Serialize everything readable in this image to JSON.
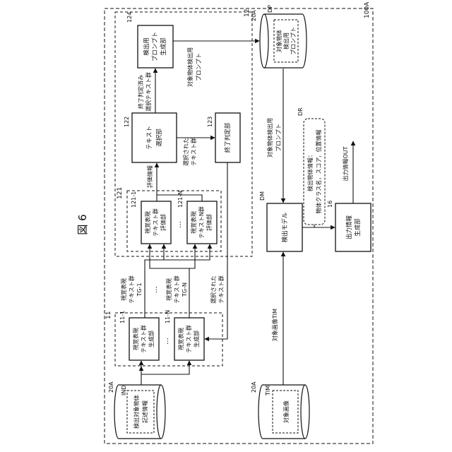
{
  "figure": {
    "title": "図 6",
    "system_ref": "100A",
    "storage_ref": "20A",
    "group12_ref": "12",
    "group11_ref": "11",
    "group121_ref": "121"
  },
  "boxes": {
    "b124": {
      "ref": "124",
      "lines": [
        "検出用",
        "プロンプト",
        "生成部"
      ]
    },
    "b122": {
      "ref": "122",
      "lines": [
        "テキスト",
        "選択部"
      ]
    },
    "b123": {
      "ref": "123",
      "lines": [
        "終了判定部"
      ]
    },
    "b121_1": {
      "ref": "121-1",
      "lines": [
        "視覚表現",
        "テキスト群",
        "評価部"
      ]
    },
    "b121_n": {
      "ref": "121-N",
      "lines": [
        "視覚表現",
        "テキストN群",
        "評価部"
      ]
    },
    "b11_1": {
      "ref": "11-1",
      "lines": [
        "視覚表現",
        "テキスト群",
        "生成部"
      ]
    },
    "b11_n": {
      "ref": "11-N",
      "lines": [
        "視覚表現",
        "テキスト群",
        "生成部"
      ]
    },
    "bdm": {
      "ref": "DM",
      "lines": [
        "検出モデル"
      ]
    },
    "b16": {
      "ref": "16",
      "lines": [
        "出力情報",
        "生成部"
      ]
    }
  },
  "cylinders": {
    "dp": {
      "ref": "DP",
      "lines": [
        "対象物体",
        "検出用",
        "プロンプト"
      ]
    },
    "ind": {
      "ref": "IND",
      "lines": [
        "検出対象物体",
        "記述情報"
      ]
    },
    "tim": {
      "ref": "TIM",
      "lines": [
        "対象画像"
      ]
    }
  },
  "notes": {
    "dr": {
      "ref": "DR",
      "lines": [
        "検出物体情報：",
        "物体クラス名，スコア，位置情報"
      ]
    }
  },
  "edge_labels": {
    "e_done": [
      "終了判定済み",
      "選択テキスト群"
    ],
    "e_prompt_top": [
      "対象物体検出用",
      "プロンプト"
    ],
    "e_prompt_mid": [
      "対象物体検出用",
      "プロンプト"
    ],
    "e_selected": [
      "選択された",
      "テキスト群"
    ],
    "e_eval": [
      "評価情報"
    ],
    "e_tg1": [
      "視覚表現",
      "テキスト群",
      "TG-1"
    ],
    "e_tgn": [
      "視覚表現",
      "テキスト群",
      "TG-N"
    ],
    "e_selected2": [
      "選択された",
      "テキスト群"
    ],
    "e_tim": [
      "対象画像TIM"
    ],
    "e_out": [
      "出力情報OUT"
    ]
  },
  "ellipsis": "…"
}
